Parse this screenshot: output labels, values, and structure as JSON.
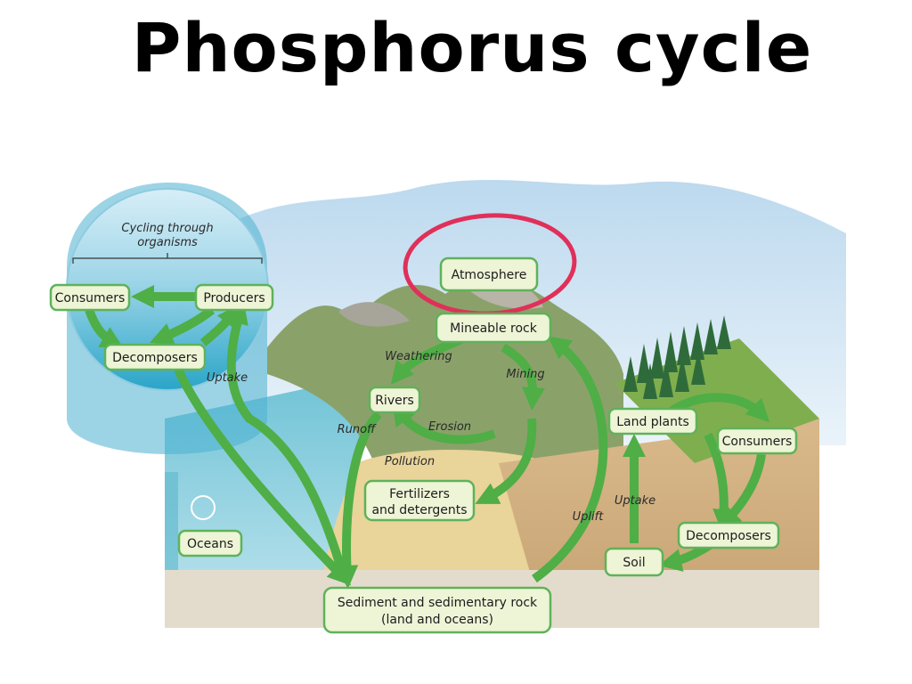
{
  "title": "Phosphorus cycle",
  "inset_caption": [
    "Cycling through",
    "organisms"
  ],
  "boxes": {
    "consumers_water": "Consumers",
    "producers": "Producers",
    "decomposers_water": "Decomposers",
    "atmosphere": "Atmosphere",
    "mineable_rock": "Mineable rock",
    "rivers": "Rivers",
    "fertilizers": [
      "Fertilizers",
      "and detergents"
    ],
    "land_plants": "Land plants",
    "consumers_land": "Consumers",
    "decomposers_land": "Decomposers",
    "soil": "Soil",
    "oceans": "Oceans",
    "sediment": [
      "Sediment and sedimentary rock",
      "(land and oceans)"
    ]
  },
  "labels": {
    "weathering": "Weathering",
    "mining": "Mining",
    "uptake_water": "Uptake",
    "runoff": "Runoff",
    "erosion": "Erosion",
    "pollution": "Pollution",
    "uplift": "Uplift",
    "uptake_land": "Uptake"
  },
  "colors": {
    "arrow": "#4fae46",
    "box_fill": "#eef4d6",
    "box_stroke": "#5fb25a",
    "highlight_circle": "#e0305a"
  }
}
